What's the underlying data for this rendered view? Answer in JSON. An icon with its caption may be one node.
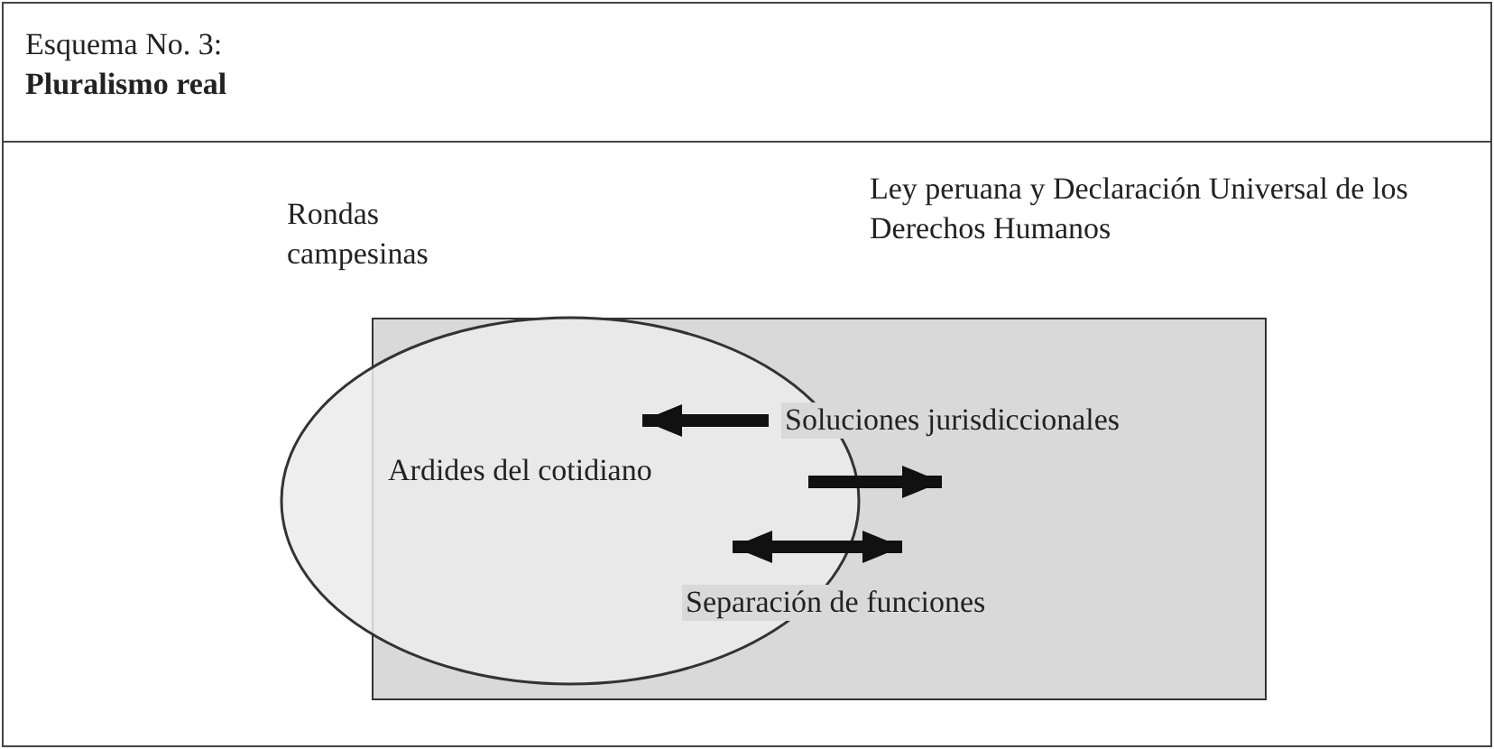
{
  "diagram": {
    "title": "Esquema No. 3: **Pluralismo real**",
    "nodes": [
      {
        "text": [
          "Ley peruana y Declaración Universal de los Derechos Humanos"
        ]
      },
      {
        "text": [
          "Rondas campesinas",
          "Ardides del cotidiano"
        ]
      }
    ],
    "edges": [
      {
        "from": 0,
        "to": 1,
        "arrow": "to",
        "label": "Soluciones jurisdiccionales"
      },
      {
        "from": 1,
        "to": 0,
        "arrow": "to"
      },
      {
        "from": 1,
        "to": 0,
        "arrow": "both",
        "label": "Separación de funciones"
      }
    ]
  }
}
